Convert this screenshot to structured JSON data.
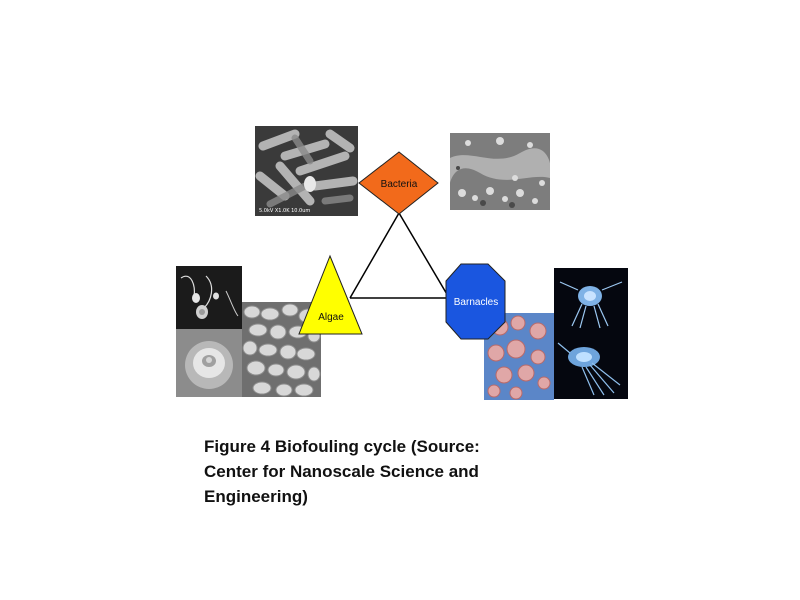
{
  "diagram": {
    "nodes": {
      "bacteria": {
        "label": "Bacteria",
        "color": "#f26a1b",
        "shape": "diamond"
      },
      "algae": {
        "label": "Algae",
        "color": "#ffff00",
        "shape": "triangle"
      },
      "barnacles": {
        "label": "Barnacles",
        "color": "#1a56e0",
        "shape": "octagon"
      }
    },
    "edges": [
      {
        "from": "bacteria",
        "to": "algae"
      },
      {
        "from": "bacteria",
        "to": "barnacles"
      },
      {
        "from": "algae",
        "to": "barnacles"
      }
    ],
    "micrographs": [
      {
        "name": "bacteria-rods-micrograph",
        "scale_text": "5.0kV X1.0K 10.0um",
        "tone": "gray"
      },
      {
        "name": "bacteria-biofilm-micrograph",
        "tone": "gray"
      },
      {
        "name": "algae-zoospore-micrograph",
        "tone": "gray"
      },
      {
        "name": "algae-spore-micrograph",
        "tone": "gray"
      },
      {
        "name": "algae-diatom-cluster-micrograph",
        "tone": "gray"
      },
      {
        "name": "barnacle-cyprids-photo",
        "tone": "blue-pink"
      },
      {
        "name": "barnacle-larva-photo-top",
        "tone": "dark-blue"
      },
      {
        "name": "barnacle-larva-photo-bottom",
        "tone": "dark-blue"
      }
    ]
  },
  "caption": {
    "line1": "Figure 4 Biofouling cycle (Source:",
    "line2": "Center for Nanoscale Science and",
    "line3": "Engineering)"
  }
}
